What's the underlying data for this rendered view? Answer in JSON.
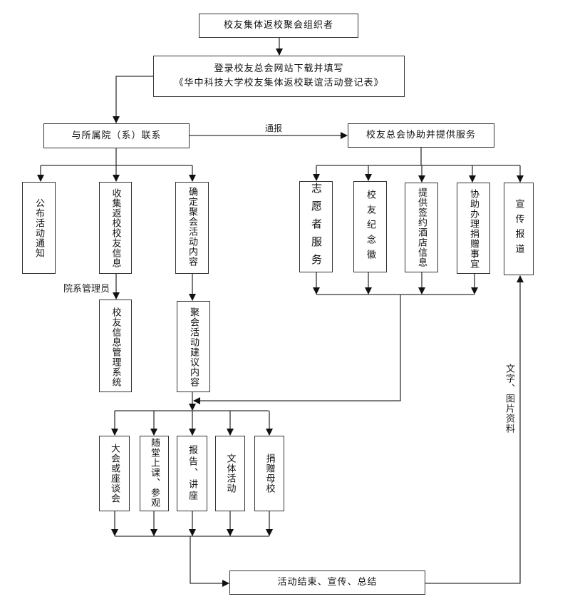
{
  "title": "校友集体返校聚会流程图",
  "nodes": {
    "organizer": "校友集体返校聚会组织者",
    "register_line1": "登录校友总会网站下载并填写",
    "register_line2": "《华中科技大学校友集体返校联谊活动登记表》",
    "contact_dept": "与所属院（系）联系",
    "alumni_assoc": "校友总会协助并提供服务",
    "publish_notice": "公布活动通知",
    "collect_info": "收集返校校友信息",
    "decide_content": "确定聚会活动内容",
    "info_system": "校友信息管理系统",
    "suggested_content": "聚会活动建议内容",
    "volunteer": "志愿者服务",
    "badge": "校友纪念徽",
    "hotel_info": "提供签约酒店信息",
    "donation_help": "协助办理捐赠事宜",
    "publicity": "宣传报道",
    "meeting": "大会或座谈会",
    "class_visit": "随堂上课、参观",
    "lecture": "报告、讲座",
    "sports": "文体活动",
    "donate": "捐赠母校",
    "end": "活动结束、宣传、总结"
  },
  "edge_labels": {
    "notify": "通报",
    "dept_admin": "院系管理员",
    "materials": "文字、图片资料"
  }
}
